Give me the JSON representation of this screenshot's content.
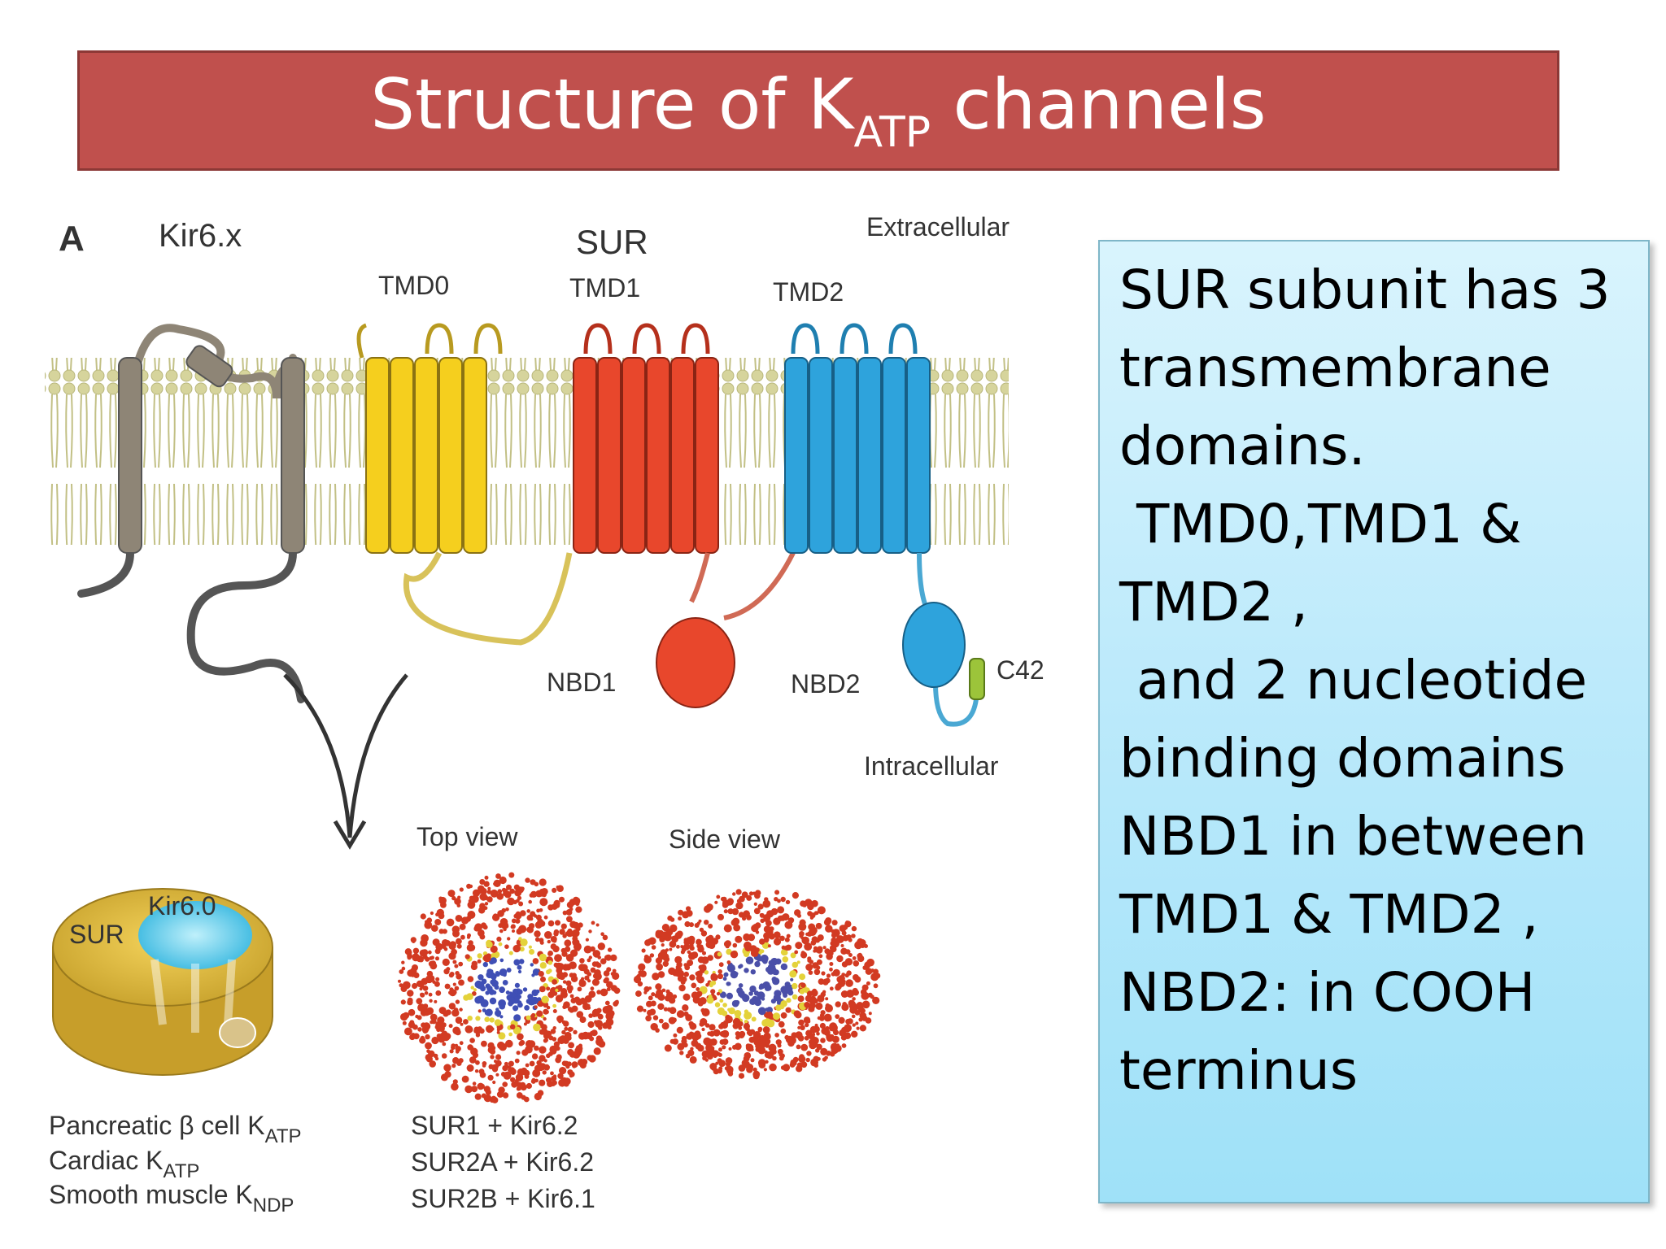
{
  "title": {
    "main": "Structure of K",
    "sub": "ATP",
    "rest": " channels"
  },
  "figure": {
    "panel_letter": "A",
    "kir_label": "Kir6.x",
    "sur_label": "SUR",
    "tmd0": "TMD0",
    "tmd1": "TMD1",
    "tmd2": "TMD2",
    "extracellular": "Extracellular",
    "intracellular": "Intracellular",
    "nbd1": "NBD1",
    "nbd2": "NBD2",
    "c42": "C42",
    "top_view": "Top view",
    "side_view": "Side view",
    "model_kir": "Kir6.0",
    "model_sur": "SUR",
    "channel_types": [
      {
        "pre": "Pancreatic β cell K",
        "sub": "ATP"
      },
      {
        "pre": "Cardiac K",
        "sub": "ATP"
      },
      {
        "pre": "Smooth muscle K",
        "sub": "NDP"
      }
    ],
    "compositions": [
      "SUR1 + Kir6.2",
      "SUR2A + Kir6.2",
      "SUR2B + Kir6.1"
    ],
    "colors": {
      "kir": "#8e8576",
      "tmd0": "#f5cf1e",
      "tmd1": "#e8472c",
      "tmd2": "#2ea3dc",
      "membrane": "#cbc98c",
      "c42": "#9cc43a"
    }
  },
  "info_lines": [
    "SUR subunit has 3",
    "transmembrane",
    "domains.",
    " TMD0,TMD1 &",
    "TMD2 ,",
    " and 2 nucleotide",
    "binding domains",
    "NBD1 in between",
    "TMD1 & TMD2 ,",
    "NBD2: in COOH",
    "terminus"
  ]
}
